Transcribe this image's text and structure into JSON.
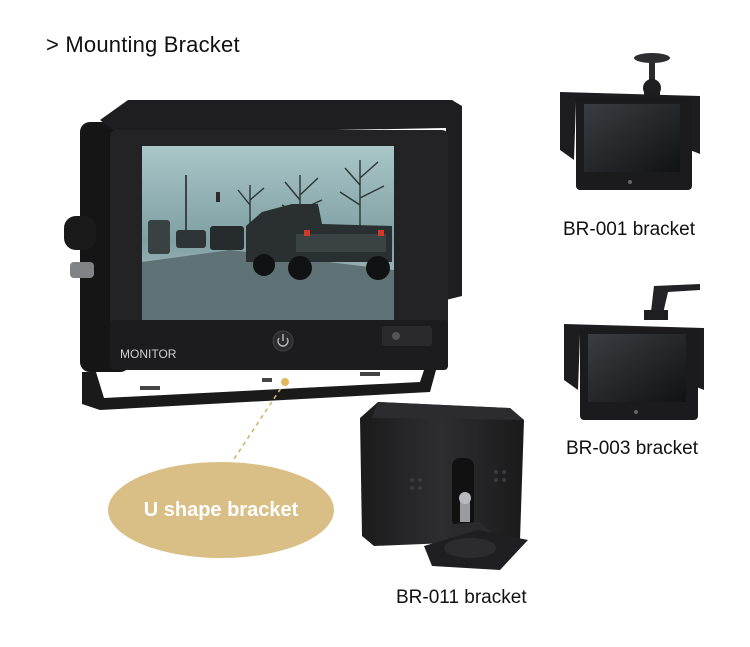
{
  "title": "> Mounting Bracket",
  "main_monitor": {
    "brand_text": "MONITOR"
  },
  "callout": {
    "label": "U shape bracket"
  },
  "products": [
    {
      "caption": "BR-001 bracket"
    },
    {
      "caption": "BR-003 bracket"
    },
    {
      "caption": "BR-011 bracket"
    }
  ],
  "colors": {
    "callout_fill": "#d9bf86",
    "leader_line": "#d3b36a",
    "monitor_body": "#1d1d1f"
  }
}
